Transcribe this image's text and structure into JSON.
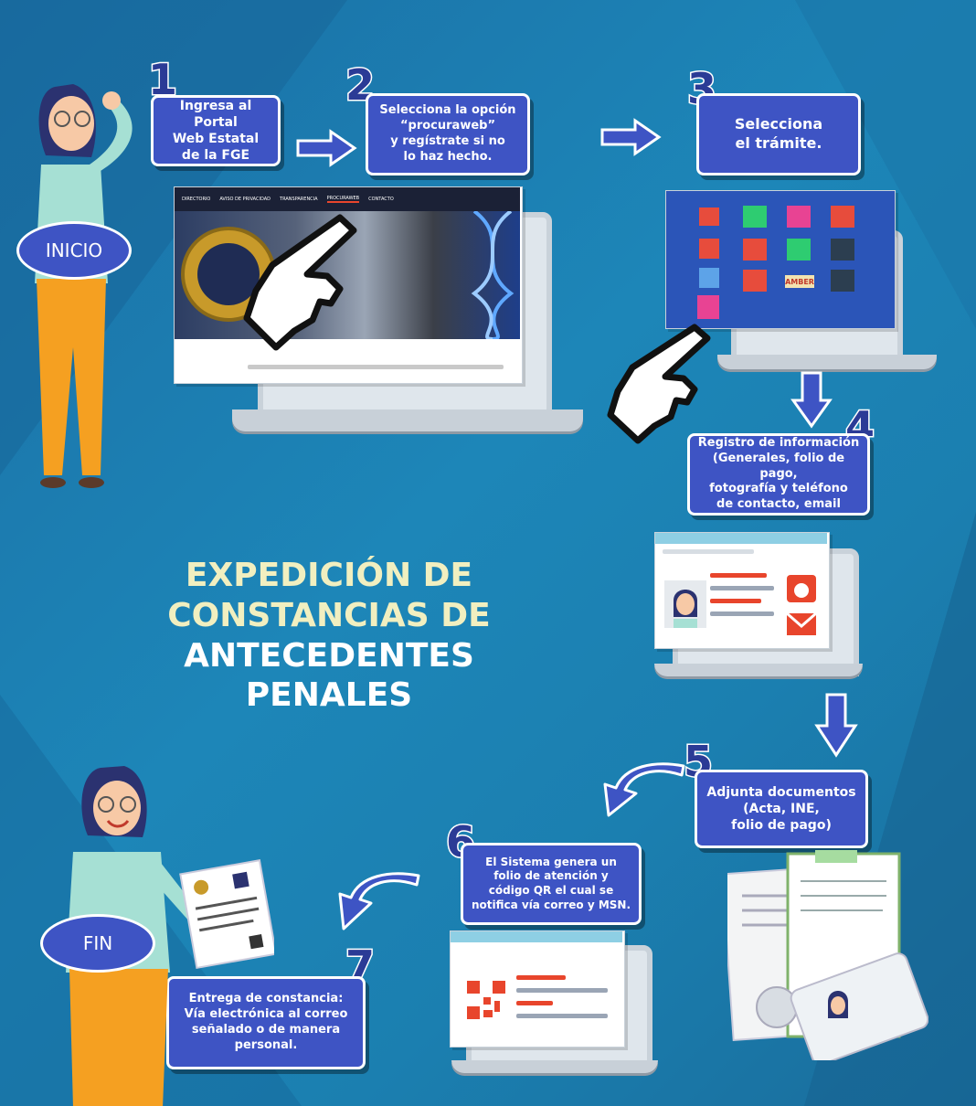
{
  "title": {
    "line1": "EXPEDICIÓN DE",
    "line2": "CONSTANCIAS DE",
    "line3": "ANTECEDENTES PENALES"
  },
  "steps": [
    {
      "number": "1",
      "text": "Ingresa al Portal\nWeb Estatal\nde la FGE"
    },
    {
      "number": "2",
      "text": "Selecciona la opción\n“procuraweb”\ny regístrate si no\nlo haz hecho."
    },
    {
      "number": "3",
      "text": "Selecciona\nel trámite."
    },
    {
      "number": "4",
      "text": "Registro de información\n(Generales, folio de pago,\nfotografía y teléfono\nde contacto, email"
    },
    {
      "number": "5",
      "text": "Adjunta documentos\n(Acta, INE,\nfolio de pago)"
    },
    {
      "number": "6",
      "text": "El Sistema genera un\nfolio de atención y\ncódigo QR el cual se\nnotifica vía correo y MSN."
    },
    {
      "number": "7",
      "text": "Entrega de constancia:\nVía electrónica al correo\nseñalado o de manera\npersonal."
    }
  ],
  "persons": {
    "start_label": "INICIO",
    "end_label": "FIN"
  },
  "website": {
    "nav": [
      "DIRECTORIO",
      "AVISO DE PRIVACIDAD",
      "TRANSPARENCIA",
      "PROCURAWEB",
      "CONTACTO"
    ],
    "badge": "AMBER"
  },
  "colors": {
    "background": "#1d86b8",
    "box": "#3e54c4",
    "title_primary": "#f1efc0",
    "title_secondary": "#ffffff",
    "accent_red": "#e8452c"
  },
  "icons": [
    "hand-pointer-icon",
    "arrow-right-icon",
    "arrow-down-icon",
    "arrow-curved-left-icon",
    "phone-icon",
    "envelope-icon",
    "qr-code-icon",
    "certificate-document-icon"
  ]
}
